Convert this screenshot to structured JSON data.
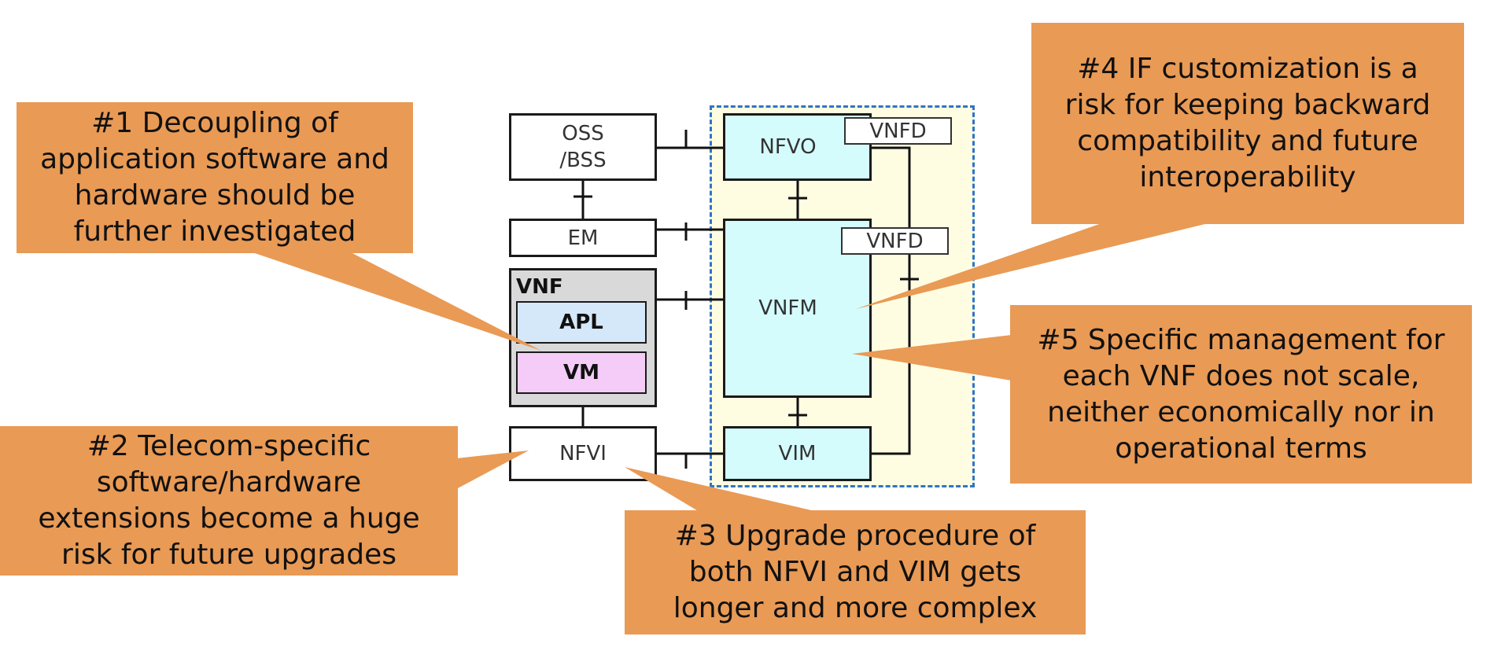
{
  "diagram": {
    "type": "NFV architecture with issue callouts",
    "colors": {
      "callout": "#E99A55",
      "mano_background": "#FEFDE2",
      "mano_border": "#2E75C6",
      "mano_blocks": "#D4FCFC",
      "vnf_container": "#D9D9D9",
      "apl": "#D4E8FA",
      "vm": "#F5CCF8"
    },
    "nodes": {
      "oss_bss": "OSS\n/BSS",
      "em": "EM",
      "vnf": "VNF",
      "apl": "APL",
      "vm": "VM",
      "nfvi": "NFVI",
      "nfvo": "NFVO",
      "vnfm": "VNFM",
      "vim": "VIM",
      "vnfd_nfvo": "VNFD",
      "vnfd_vnfm": "VNFD"
    },
    "callouts": [
      {
        "id": "1",
        "text": "#1 Decoupling of\napplication software and\nhardware should be\nfurther investigated",
        "points_to": "VM"
      },
      {
        "id": "2",
        "text": "#2 Telecom-specific\nsoftware/hardware\nextensions become a huge\nrisk for future upgrades",
        "points_to": "NFVI"
      },
      {
        "id": "3",
        "text": "#3 Upgrade procedure of\nboth NFVI and VIM gets\nlonger and more complex",
        "points_to": "NFVI"
      },
      {
        "id": "4",
        "text": "#4 IF customization is a\nrisk for keeping backward\ncompatibility and future\ninteroperability",
        "points_to": "VNFM"
      },
      {
        "id": "5",
        "text": "#5 Specific management for\neach VNF does not scale,\nneither economically nor in\noperational terms",
        "points_to": "VNFM"
      }
    ]
  }
}
